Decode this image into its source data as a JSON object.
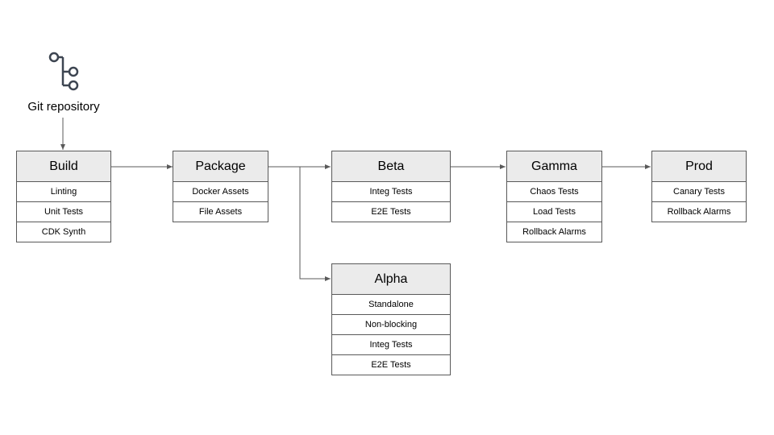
{
  "repo": {
    "label": "Git repository",
    "icon": "git-branch-icon"
  },
  "stages": {
    "build": {
      "title": "Build",
      "items": [
        "Linting",
        "Unit Tests",
        "CDK Synth"
      ]
    },
    "package": {
      "title": "Package",
      "items": [
        "Docker Assets",
        "File Assets"
      ]
    },
    "beta": {
      "title": "Beta",
      "items": [
        "Integ Tests",
        "E2E Tests"
      ]
    },
    "alpha": {
      "title": "Alpha",
      "items": [
        "Standalone",
        "Non-blocking",
        "Integ Tests",
        "E2E Tests"
      ]
    },
    "gamma": {
      "title": "Gamma",
      "items": [
        "Chaos Tests",
        "Load Tests",
        "Rollback Alarms"
      ]
    },
    "prod": {
      "title": "Prod",
      "items": [
        "Canary Tests",
        "Rollback Alarms"
      ]
    }
  },
  "colors": {
    "border": "#595959",
    "header_fill": "#ebebeb",
    "icon": "#3d4551"
  }
}
